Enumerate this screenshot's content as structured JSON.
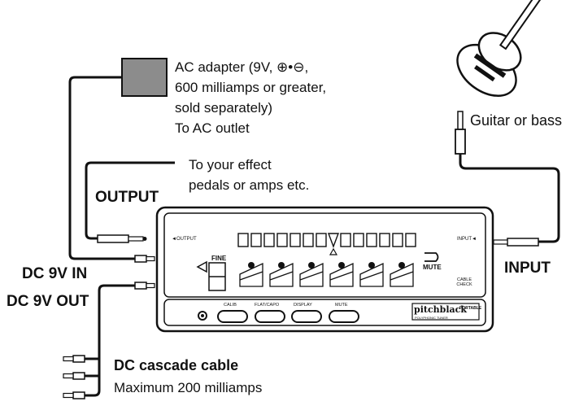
{
  "ac_adapter": {
    "lines": [
      "AC adapter (9V, ⊕•⊖,",
      "600 milliamps or greater,",
      "sold separately)",
      "To AC outlet"
    ]
  },
  "effects": {
    "lines": [
      "To your effect",
      "pedals or amps etc."
    ]
  },
  "labels": {
    "output": "OUTPUT",
    "input": "INPUT",
    "dc_in": "DC 9V IN",
    "dc_out": "DC 9V OUT",
    "guitar": "Guitar or bass",
    "cascade_title": "DC cascade cable",
    "cascade_sub": "Maximum 200 milliamps"
  },
  "device": {
    "jack_output": "◄OUTPUT",
    "jack_input": "INPUT◄",
    "cable_check": "CABLE CHECK",
    "fine": "FINE",
    "mute": "MUTE",
    "buttons": [
      "CALIB",
      "FLAT/CAPO",
      "DISPLAY",
      "MUTE"
    ],
    "brand": "pitchblack",
    "brand_badge": "PORTABLE",
    "brand_sub": "POLYPHONIC TUNER"
  },
  "colors": {
    "adapter": "#8c8c8c",
    "line": "#111111"
  }
}
